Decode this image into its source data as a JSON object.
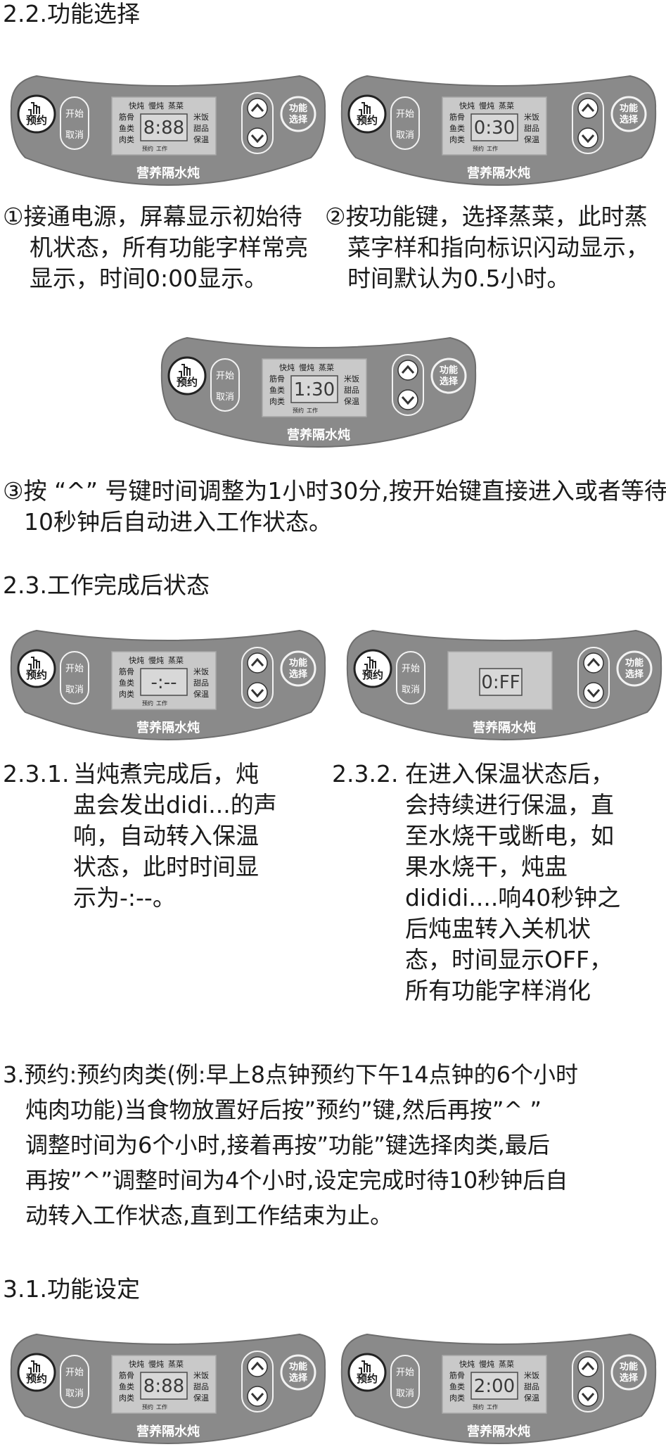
{
  "sections": {
    "s22": "2.2.功能选择",
    "s23": "2.3.工作完成后状态",
    "s3": "3.预约:预约肉类(例:早上8点钟预约下午14点钟的6个小时炖肉功能)当食物放置好后按”预约”键,然后再按”^ ”调整时间为6个小时,接着再按”功能”键选择肉类,最后再按”^”调整时间为4个小时,设定完成时待10秒钟后自动转入工作状态,直到工作结束为止。",
    "s31": "3.1.功能设定"
  },
  "paragraphs": {
    "p1": [
      "①接通电源，屏幕显示初始待",
      "机状态，所有功能字样常亮",
      "显示，时间0:00显示。"
    ],
    "p2": [
      "②按功能键，选择蒸菜，此时蒸",
      "菜字样和指向标识闪动显示，",
      "时间默认为0.5小时。"
    ],
    "p3": [
      "③按 “^” 号键时间调整为1小时30分,按开始键直接进入或者等待",
      "10秒钟后自动进入工作状态。"
    ],
    "p231_num": "2.3.1.",
    "p231": [
      "当炖煮完成后，炖",
      "盅会发出didi...的声",
      "响，自动转入保温",
      "状态，此时时间显",
      "示为-:--。"
    ],
    "p232_num": "2.3.2.",
    "p232": [
      "在进入保温状态后，",
      "会持续进行保温，直",
      "至水烧干或断电，如",
      "果水烧干，炖盅",
      "dididi....响40秒钟之",
      "后炖盅转入关机状",
      "态，时间显示OFF，",
      "所有功能字样消化"
    ],
    "p3_lines": [
      "3.预约:预约肉类(例:早上8点钟预约下午14点钟的6个小时",
      "炖肉功能)当食物放置好后按”预约”键,然后再按”^ ”",
      "调整时间为6个小时,接着再按”功能”键选择肉类,最后",
      "再按”^”调整时间为4个小时,设定完成时待10秒钟后自",
      "动转入工作状态,直到工作结束为止。"
    ]
  },
  "panel_labels": {
    "yuyue": "预约",
    "start": "开始",
    "cancel": "取消",
    "func_line1": "功能",
    "func_line2": "选择",
    "kuaidun": "快炖",
    "mandun": "慢炖",
    "zhengcai": "蒸菜",
    "jingu": "筋骨",
    "yulei": "鱼类",
    "roulei": "肉类",
    "mifan": "米饭",
    "tianpin": "甜品",
    "baowen": "保温",
    "yuyue_small": "预约",
    "gongzuo_small": "工作",
    "brand": "营养隔水炖"
  },
  "panels": [
    {
      "id": "p1",
      "display": "8:88",
      "mode": "full"
    },
    {
      "id": "p2",
      "display": "0:30",
      "mode": "full"
    },
    {
      "id": "p3",
      "display": "1:30",
      "mode": "full"
    },
    {
      "id": "p4",
      "display": "-:--",
      "mode": "full"
    },
    {
      "id": "p5",
      "display": "0:FF",
      "mode": "off"
    },
    {
      "id": "p6",
      "display": "8:88",
      "mode": "full"
    },
    {
      "id": "p7",
      "display": "2:00",
      "mode": "full"
    }
  ],
  "colors": {
    "panel_body": "#8a8a8a",
    "panel_edge": "#6e6e6e",
    "lcd": "#c9c9c9",
    "text": "#1a1a1a"
  }
}
